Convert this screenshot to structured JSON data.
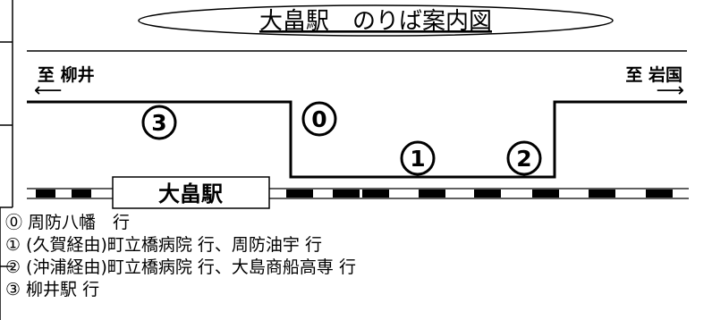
{
  "title": "大畠駅　のりば案内図",
  "direction_left": {
    "label": "至 柳井",
    "arrow": "⟵"
  },
  "direction_right": {
    "label": "至 岩国",
    "arrow": "⟶"
  },
  "platforms": [
    {
      "mark": "⓪",
      "label": "0"
    },
    {
      "mark": "①",
      "label": "1"
    },
    {
      "mark": "②",
      "label": "2"
    },
    {
      "mark": "③",
      "label": "3"
    }
  ],
  "station_label": "大畠駅",
  "legend": [
    {
      "mark": "⓪",
      "text": "周防八幡　行"
    },
    {
      "mark": "①",
      "text": "(久賀経由)町立橋病院 行、周防油宇 行"
    },
    {
      "mark": "②",
      "text": "(沖浦経由)町立橋病院 行、大島商船高専 行"
    },
    {
      "mark": "③",
      "text": "柳井駅 行"
    }
  ],
  "colors": {
    "line": "#000000",
    "bg": "#ffffff"
  }
}
